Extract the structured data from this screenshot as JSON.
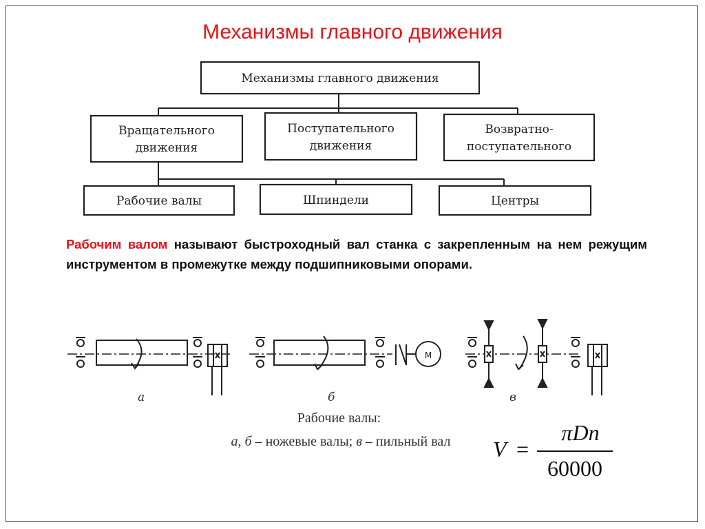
{
  "slide": {
    "title": "Механизмы главного движения"
  },
  "hierarchy": {
    "root": "Механизмы главного движения",
    "level1": [
      {
        "line1": "Вращательного",
        "line2": "движения"
      },
      {
        "line1": "Поступательного",
        "line2": "движения"
      },
      {
        "line1": "Возвратно-",
        "line2": "поступательного"
      }
    ],
    "level2": [
      "Рабочие валы",
      "Шпиндели",
      "Центры"
    ]
  },
  "definition": {
    "term": "Рабочим валом",
    "text": " называют быстроходный вал станка с закрепленным на нем режущим инструментом в промежутке между подшипниковыми опорами."
  },
  "figure": {
    "labels": [
      "а",
      "б",
      "в"
    ],
    "motor_label": "М",
    "caption_title": "Рабочие валы:",
    "caption_a": "а",
    "caption_sep": ", ",
    "caption_b": "б",
    "caption_knife": " – ножевые валы; ",
    "caption_c": "в",
    "caption_saw": " – пильный вал"
  },
  "formula": {
    "lhs": "V",
    "equals": "=",
    "numerator": "πDn",
    "denominator": "60000"
  },
  "colors": {
    "title": "#e8141a",
    "term": "#e8141a",
    "lines": "#222222"
  }
}
